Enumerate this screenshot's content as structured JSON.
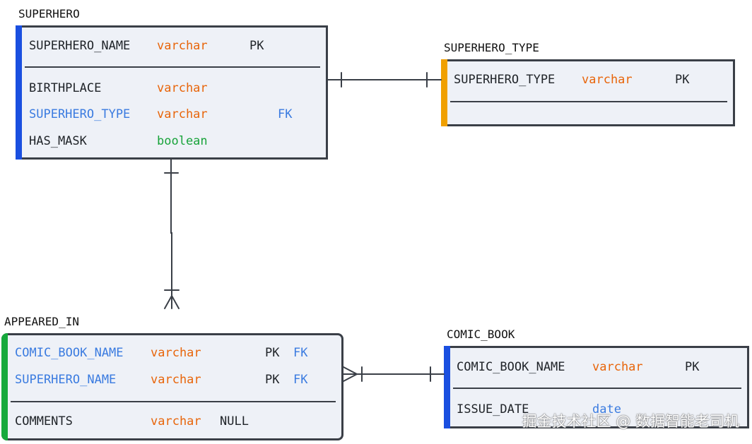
{
  "colors": {
    "border": "#3a3f47",
    "box_background": "#eef1f7",
    "accent_blue": "#1a4fe0",
    "accent_orange": "#f0a000",
    "accent_green": "#16a93c",
    "type_varchar": "#e8650a",
    "type_boolean": "#18a33a",
    "type_date": "#3a7be0",
    "foreign_key": "#3a7be0"
  },
  "entities": {
    "superhero": {
      "title": "SUPERHERO",
      "pk_rows": [
        {
          "name": "SUPERHERO_NAME",
          "type": "varchar",
          "key": "PK"
        }
      ],
      "rows": [
        {
          "name": "BIRTHPLACE",
          "type": "varchar",
          "key": ""
        },
        {
          "name": "SUPERHERO_TYPE",
          "type": "varchar",
          "key": "FK"
        },
        {
          "name": "HAS_MASK",
          "type": "boolean",
          "key": ""
        }
      ]
    },
    "superhero_type": {
      "title": "SUPERHERO_TYPE",
      "pk_rows": [
        {
          "name": "SUPERHERO_TYPE",
          "type": "varchar",
          "key": "PK"
        }
      ],
      "rows": []
    },
    "appeared_in": {
      "title": "APPEARED_IN",
      "pk_rows": [
        {
          "name": "COMIC_BOOK_NAME",
          "type": "varchar",
          "key": "PK",
          "fk": "FK"
        },
        {
          "name": "SUPERHERO_NAME",
          "type": "varchar",
          "key": "PK",
          "fk": "FK"
        }
      ],
      "rows": [
        {
          "name": "COMMENTS",
          "type": "varchar",
          "key": "",
          "null": "NULL"
        }
      ]
    },
    "comic_book": {
      "title": "COMIC_BOOK",
      "pk_rows": [
        {
          "name": "COMIC_BOOK_NAME",
          "type": "varchar",
          "key": "PK"
        }
      ],
      "rows": [
        {
          "name": "ISSUE_DATE",
          "type": "date",
          "key": ""
        }
      ]
    }
  },
  "relationships": [
    {
      "from": "superhero",
      "to": "superhero_type",
      "from_end": "one",
      "to_end": "one"
    },
    {
      "from": "superhero",
      "to": "appeared_in",
      "from_end": "one",
      "to_end": "many"
    },
    {
      "from": "appeared_in",
      "to": "comic_book",
      "from_end": "many",
      "to_end": "one"
    }
  ],
  "watermark": "掘金技术社区 @ 数据智能老司机"
}
